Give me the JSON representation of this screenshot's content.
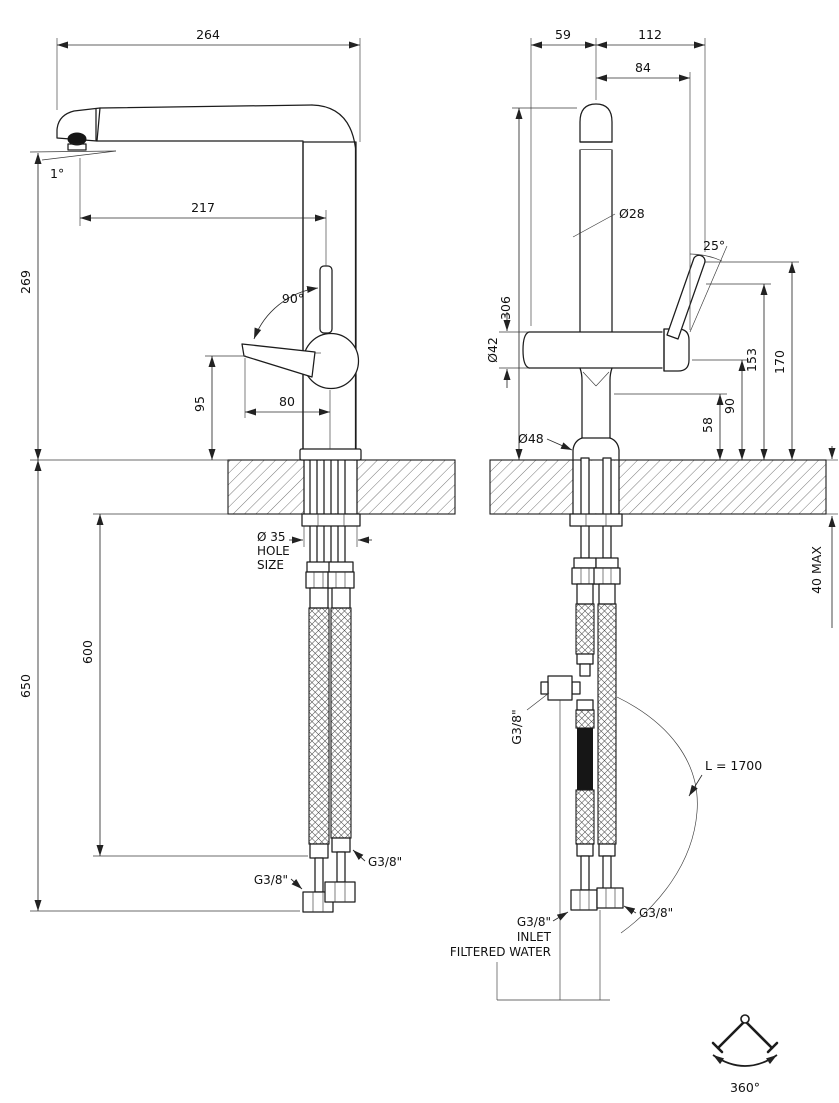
{
  "drawing": {
    "side_view": {
      "dim_width": "264",
      "dim_spout_angle": "1°",
      "dim_reach": "217",
      "dim_height_above_counter": "269",
      "dim_handle_angle": "90°",
      "dim_handle_height": "95",
      "dim_handle_reach": "80",
      "dim_below_counter_total": "650",
      "dim_hose_drop": "600",
      "hole_note_line1": "Ø 35",
      "hole_note_line2": "HOLE",
      "hole_note_line3": "SIZE",
      "fitting_left": "G3/8\"",
      "fitting_right": "G3/8\""
    },
    "front_view": {
      "dim_offset_left": "59",
      "dim_offset_right": "112",
      "dim_handle_offset": "84",
      "dim_body_diameter": "Ø28",
      "dim_handle_angle": "25°",
      "dim_total_height": "306",
      "dim_cross_diameter": "Ø42",
      "dim_height_153": "153",
      "dim_height_170": "170",
      "dim_height_90": "90",
      "dim_height_58": "58",
      "dim_base_diameter": "Ø48",
      "dim_counter_thickness": "40 MAX",
      "valve_fitting": "G3/8\"",
      "hose_length_note": "L = 1700",
      "fitting_bottom_left": "G3/8\"",
      "fitting_bottom_right": "G3/8\"",
      "inlet_note_line1": "INLET",
      "inlet_note_line2": "FILTERED WATER"
    },
    "rotation_note": "360°"
  }
}
